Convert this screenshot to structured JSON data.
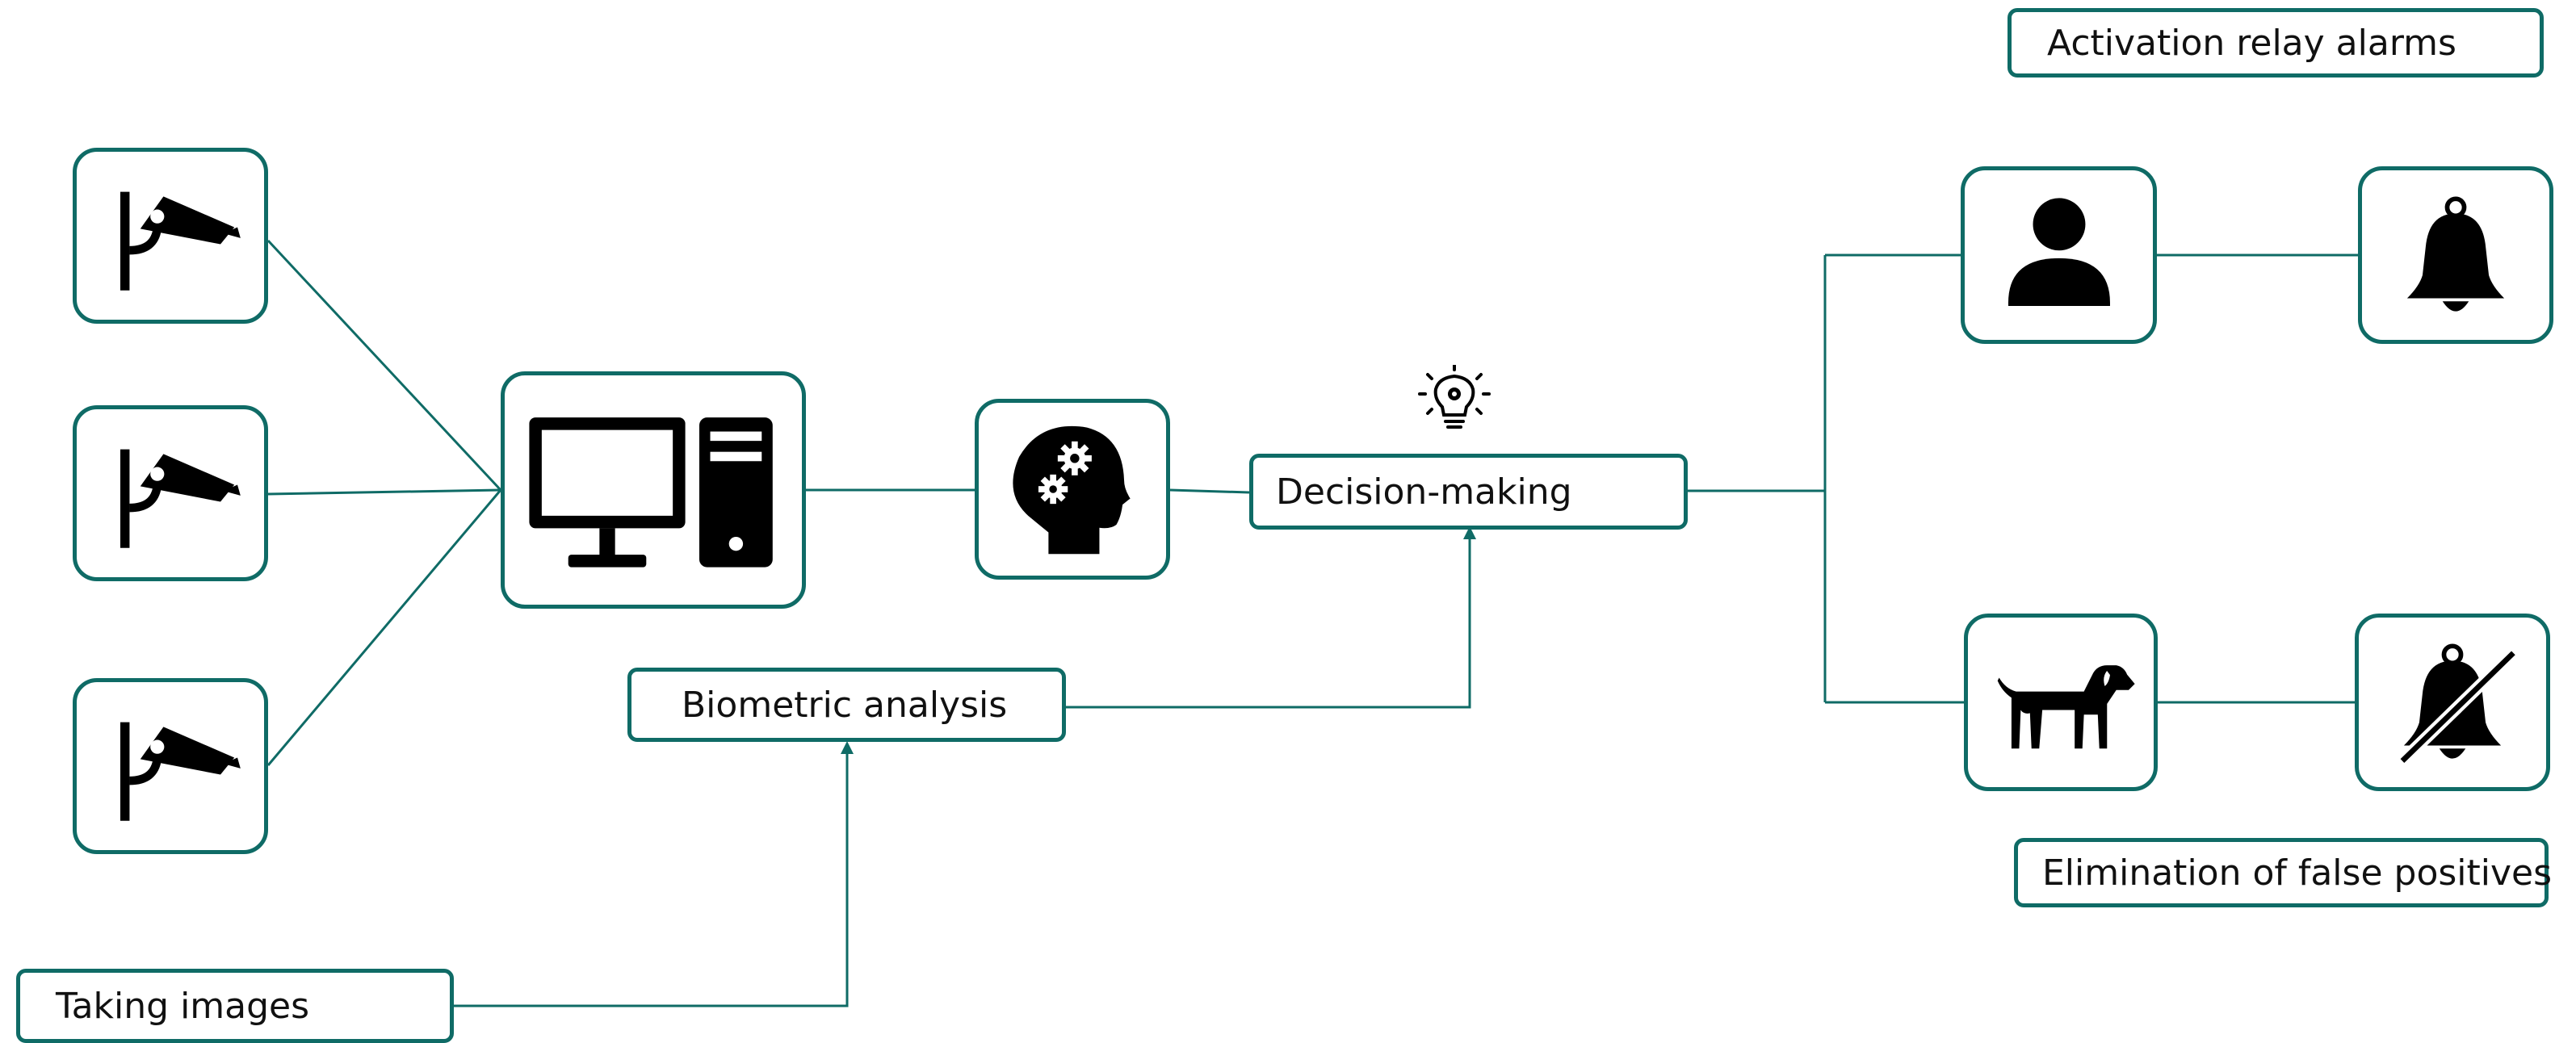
{
  "labels": {
    "activation_relay_alarms": "Activation relay alarms",
    "decision_making": "Decision-making",
    "biometric_analysis": "Biometric analysis",
    "elimination_false_positives": "Elimination of false positives",
    "taking_images": "Taking images"
  },
  "icons": {
    "camera": "cctv-camera-icon",
    "computer": "desktop-computer-icon",
    "brain": "brain-gears-icon",
    "idea": "lightbulb-icon",
    "person": "person-icon",
    "bell": "bell-icon",
    "dog": "dog-icon",
    "bell_off": "bell-off-icon"
  },
  "colors": {
    "accent": "#0f6b66",
    "icon": "#000000",
    "text": "#111111"
  }
}
